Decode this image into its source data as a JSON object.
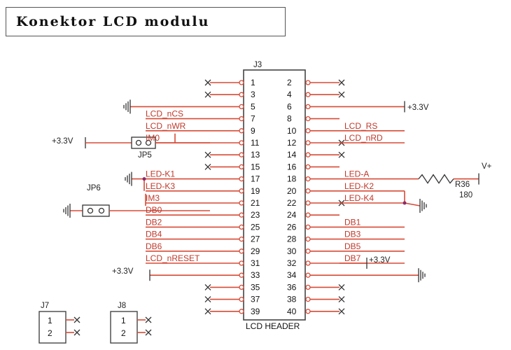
{
  "title": "Konektor LCD modulu",
  "header": {
    "ref": "J3",
    "name": "LCD HEADER",
    "pins_left": [
      "1",
      "3",
      "5",
      "7",
      "9",
      "11",
      "13",
      "15",
      "17",
      "19",
      "21",
      "23",
      "25",
      "27",
      "29",
      "31",
      "33",
      "35",
      "37",
      "39"
    ],
    "pins_right": [
      "2",
      "4",
      "6",
      "8",
      "10",
      "12",
      "14",
      "16",
      "18",
      "20",
      "22",
      "24",
      "26",
      "28",
      "30",
      "32",
      "34",
      "36",
      "38",
      "40"
    ]
  },
  "signals_left": [
    {
      "row": 3,
      "text": "LCD_nCS"
    },
    {
      "row": 4,
      "text": "LCD_nWR"
    },
    {
      "row": 5,
      "text": "IM0"
    },
    {
      "row": 8,
      "text": "LED-K1"
    },
    {
      "row": 9,
      "text": "LED-K3"
    },
    {
      "row": 10,
      "text": "IM3"
    },
    {
      "row": 11,
      "text": "DB0"
    },
    {
      "row": 12,
      "text": "DB2"
    },
    {
      "row": 13,
      "text": "DB4"
    },
    {
      "row": 14,
      "text": "DB6"
    },
    {
      "row": 15,
      "text": "LCD_nRESET"
    }
  ],
  "signals_right": [
    {
      "row": 4,
      "text": "LCD_RS"
    },
    {
      "row": 5,
      "text": "LCD_nRD"
    },
    {
      "row": 8,
      "text": "LED-A"
    },
    {
      "row": 9,
      "text": "LED-K2"
    },
    {
      "row": 10,
      "text": "LED-K4"
    },
    {
      "row": 12,
      "text": "DB1"
    },
    {
      "row": 13,
      "text": "DB3"
    },
    {
      "row": 14,
      "text": "DB5"
    },
    {
      "row": 15,
      "text": "DB7"
    }
  ],
  "power": {
    "v33": "+3.3V",
    "vplus": "V+"
  },
  "jumpers": {
    "jp5": "JP5",
    "jp6": "JP6"
  },
  "resistor": {
    "ref": "R36",
    "value": "180"
  },
  "connectors": [
    {
      "ref": "J7",
      "pins": [
        "1",
        "2"
      ]
    },
    {
      "ref": "J8",
      "pins": [
        "1",
        "2"
      ]
    }
  ]
}
